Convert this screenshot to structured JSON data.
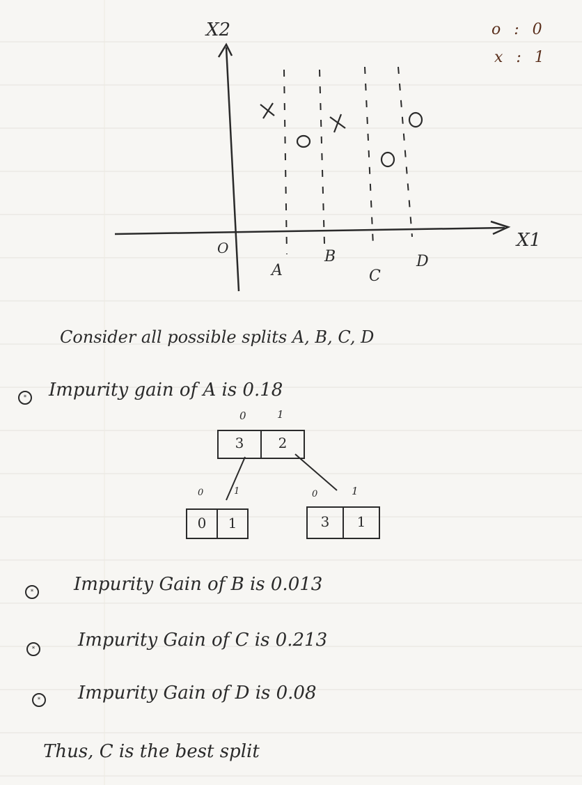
{
  "legend": {
    "o_label": "o : 0",
    "x_label": "x : 1"
  },
  "axes": {
    "y_label": "X2",
    "x_label": "X1",
    "origin": "O"
  },
  "splits": [
    {
      "label": "A"
    },
    {
      "label": "B"
    },
    {
      "label": "C"
    },
    {
      "label": "D"
    }
  ],
  "points": [
    {
      "symbol": "x",
      "class": 1
    },
    {
      "symbol": "o",
      "class": 0
    },
    {
      "symbol": "x",
      "class": 1
    },
    {
      "symbol": "o",
      "class": 0
    },
    {
      "symbol": "o",
      "class": 0
    }
  ],
  "consider_line": "Consider all possible splits   A, B, C, D",
  "lines": {
    "a": {
      "bullet": "*",
      "text": "Impurity gain of A is 0.18"
    },
    "b": {
      "bullet": "*",
      "text": "Impurity Gain of B is 0.013"
    },
    "c": {
      "bullet": "*",
      "text": "Impurity Gain of C is 0.213"
    },
    "d": {
      "bullet": "*",
      "text": "Impurity Gain of D is 0.08"
    }
  },
  "tree": {
    "root": {
      "headers": [
        "0",
        "1"
      ],
      "counts": [
        "3",
        "2"
      ]
    },
    "left": {
      "headers": [
        "0",
        "1"
      ],
      "counts": [
        "0",
        "1"
      ]
    },
    "right": {
      "headers": [
        "0",
        "1"
      ],
      "counts": [
        "3",
        "1"
      ]
    }
  },
  "conclusion": "Thus, C is the best split"
}
